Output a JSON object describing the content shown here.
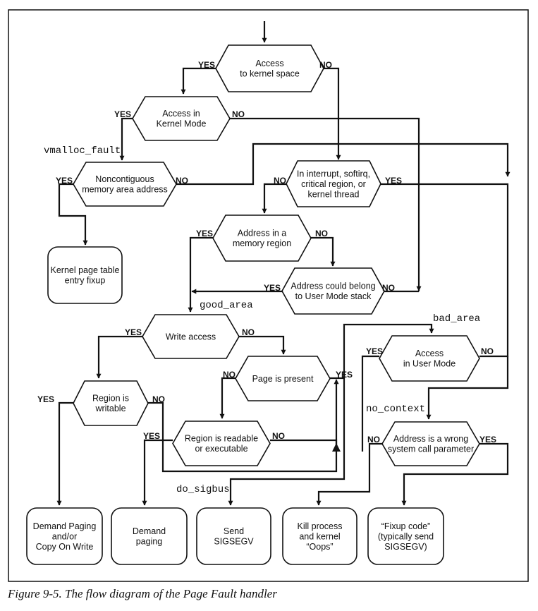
{
  "diagram": {
    "decisions": {
      "kernel_space": [
        "Access",
        "to kernel space"
      ],
      "kernel_mode": [
        "Access in",
        "Kernel Mode"
      ],
      "noncontig": [
        "Noncontiguous",
        "memory area address"
      ],
      "interrupt": [
        "In interrupt, softirq,",
        "critical region, or",
        "kernel thread"
      ],
      "mem_region": [
        "Address in a",
        "memory region"
      ],
      "user_stack": [
        "Address could belong",
        "to User Mode stack"
      ],
      "write_access": [
        "Write access"
      ],
      "user_mode": [
        "Access",
        "in User Mode"
      ],
      "page_present": [
        "Page is present"
      ],
      "writable": [
        "Region is",
        "writable"
      ],
      "readable": [
        "Region is readable",
        "or executable"
      ],
      "wrong_param": [
        "Address is a wrong",
        "system call parameter"
      ]
    },
    "terminals": {
      "kpt_fixup": [
        "Kernel page table",
        "entry fixup"
      ],
      "demand_cow": [
        "Demand Paging",
        "and/or",
        "Copy On Write"
      ],
      "demand": [
        "Demand",
        "paging"
      ],
      "sigsegv": [
        "Send",
        "SIGSEGV"
      ],
      "oops": [
        "Kill process",
        "and kernel",
        "“Oops”"
      ],
      "fixup": [
        "“Fixup code”",
        "(typically send",
        "SIGSEGV)"
      ]
    },
    "labels": {
      "vmalloc_fault": "vmalloc_fault",
      "good_area": "good_area",
      "bad_area": "bad_area",
      "no_context": "no_context",
      "do_sigbus": "do_sigbus"
    },
    "branch": {
      "yes": "YES",
      "no": "NO"
    }
  },
  "caption": "Figure 9-5. The flow diagram of the Page Fault handler",
  "colors": {
    "ink": "#111111",
    "background": "#ffffff"
  }
}
